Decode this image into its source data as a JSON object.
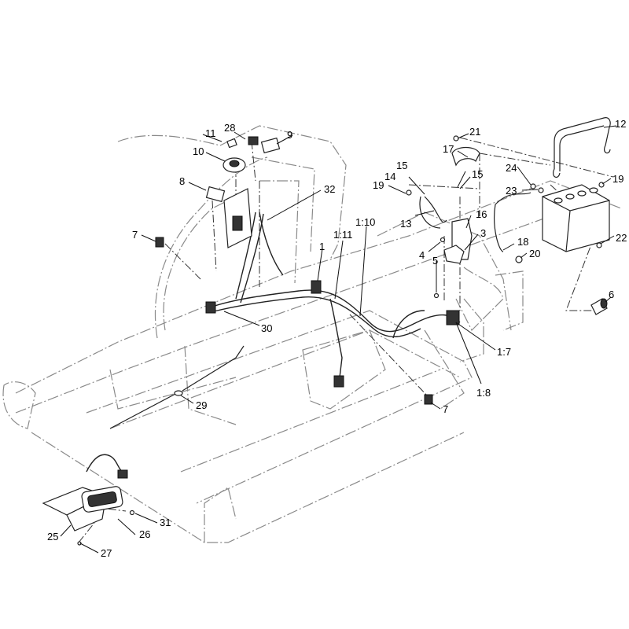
{
  "callouts": {
    "c1": "1",
    "c1_7": "1:7",
    "c1_8": "1:8",
    "c1_10": "1:10",
    "c1_11": "1:11",
    "c3": "3",
    "c4": "4",
    "c5": "5",
    "c6": "6",
    "c7a": "7",
    "c7b": "7",
    "c8": "8",
    "c9": "9",
    "c10": "10",
    "c11": "11",
    "c12": "12",
    "c13": "13",
    "c14": "14",
    "c15a": "15",
    "c15b": "15",
    "c16": "16",
    "c17": "17",
    "c18": "18",
    "c19a": "19",
    "c19b": "19",
    "c20": "20",
    "c21": "21",
    "c22": "22",
    "c23": "23",
    "c24": "24",
    "c25": "25",
    "c26": "26",
    "c27": "27",
    "c28": "28",
    "c29": "29",
    "c30": "30",
    "c31": "31",
    "c32": "32"
  }
}
